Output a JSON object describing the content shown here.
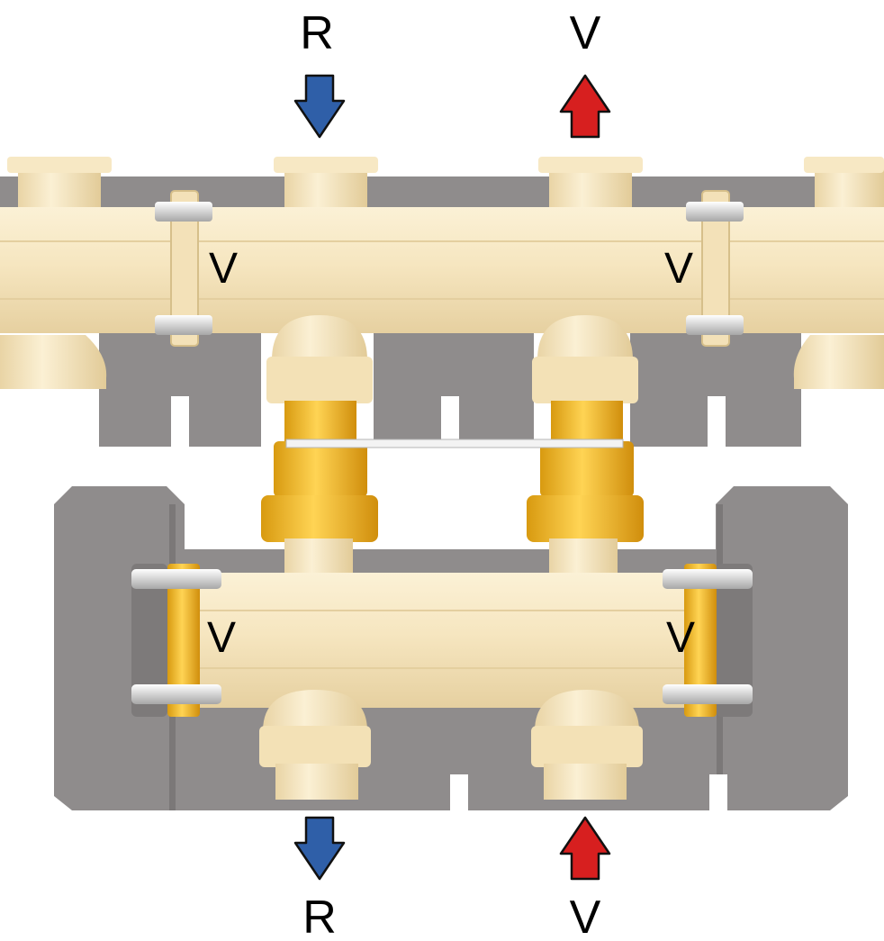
{
  "labels": {
    "top_return": "R",
    "top_flow": "V",
    "upper_left": "V",
    "upper_right": "V",
    "lower_left": "V",
    "lower_right": "V",
    "bottom_return": "R",
    "bottom_flow": "V"
  },
  "colors": {
    "return_arrow": "#2f5fa8",
    "flow_arrow": "#d71f1f",
    "pipe": "#f5e4bd",
    "pipe_shade": "#e2cd9c",
    "bracket": "#8c8989",
    "brass": "#f2be2e"
  },
  "icons": {
    "return_arrow": "arrow-down-icon",
    "flow_arrow": "arrow-up-icon"
  }
}
